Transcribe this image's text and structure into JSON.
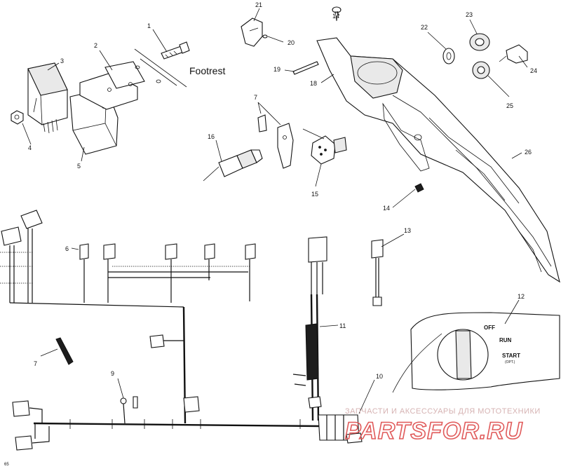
{
  "callouts": {
    "c1": "1",
    "c2": "2",
    "c3": "3",
    "c4": "4",
    "c5": "5",
    "c6": "6",
    "c7a": "7",
    "c7b": "7",
    "c9": "9",
    "c10": "10",
    "c11": "11",
    "c12": "12",
    "c13": "13",
    "c14a": "14",
    "c14b": "14",
    "c15": "15",
    "c16": "16",
    "c18": "18",
    "c19": "19",
    "c20": "20",
    "c21": "21",
    "c22": "22",
    "c23": "23",
    "c24": "24",
    "c25": "25",
    "c26": "26"
  },
  "labels": {
    "footrest": "Footrest",
    "page_mark": "65"
  },
  "switch": {
    "off": "OFF",
    "run": "RUN",
    "start": "START",
    "start_sub": "(OPT.)"
  },
  "watermark": {
    "top": "ЗАПЧАСТИ И АКСЕССУАРЫ ДЛЯ МОТОТЕХНИКИ",
    "brand": "PARTSFOR.RU"
  }
}
